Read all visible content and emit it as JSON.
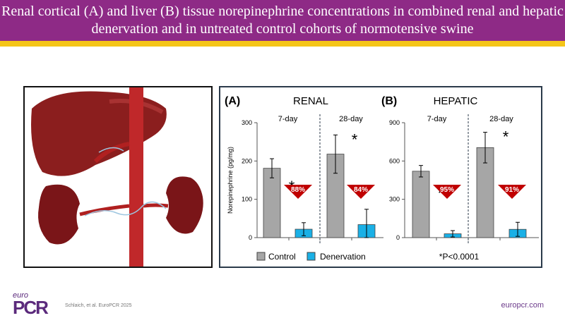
{
  "header": {
    "title": "Renal cortical (A) and liver (B) tissue norepinephrine concentrations in combined renal and hepatic denervation and in untreated control cohorts of normotensive swine"
  },
  "footer": {
    "citation": "Schlaich, et al. EuroPCR 2025",
    "url": "europcr.com",
    "logo_top": "euro",
    "logo_main": "PCR"
  },
  "colors": {
    "header": "#8e2a86",
    "stripe": "#f5c518",
    "control": "#a6a6a6",
    "denervation": "#1ab0e6",
    "arrow": "#c00000"
  },
  "chart_data": [
    {
      "type": "bar",
      "panel": "(A)",
      "title": "RENAL",
      "ylabel": "Norepinephrine (pg/mg)",
      "ylim": [
        0,
        300
      ],
      "yticks": [
        0,
        100,
        200,
        300
      ],
      "groups": [
        "7-day",
        "28-day"
      ],
      "series": [
        {
          "name": "Control",
          "values": [
            181,
            218
          ],
          "errors": [
            25,
            50
          ]
        },
        {
          "name": "Denervation",
          "values": [
            22,
            34
          ],
          "errors": [
            17,
            40
          ]
        }
      ],
      "reductions": [
        "88%",
        "84%"
      ],
      "significance": [
        "*",
        "*"
      ]
    },
    {
      "type": "bar",
      "panel": "(B)",
      "title": "HEPATIC",
      "ylim": [
        0,
        900
      ],
      "yticks": [
        0,
        300,
        600,
        900
      ],
      "groups": [
        "7-day",
        "28-day"
      ],
      "series": [
        {
          "name": "Control",
          "values": [
            520,
            705
          ],
          "errors": [
            45,
            120
          ]
        },
        {
          "name": "Denervation",
          "values": [
            30,
            65
          ],
          "errors": [
            25,
            55
          ]
        }
      ],
      "reductions": [
        "95%",
        "91%"
      ],
      "significance": [
        "*",
        "*"
      ]
    }
  ],
  "legend": [
    "Control",
    "Denervation"
  ],
  "note": "*P<0.0001"
}
